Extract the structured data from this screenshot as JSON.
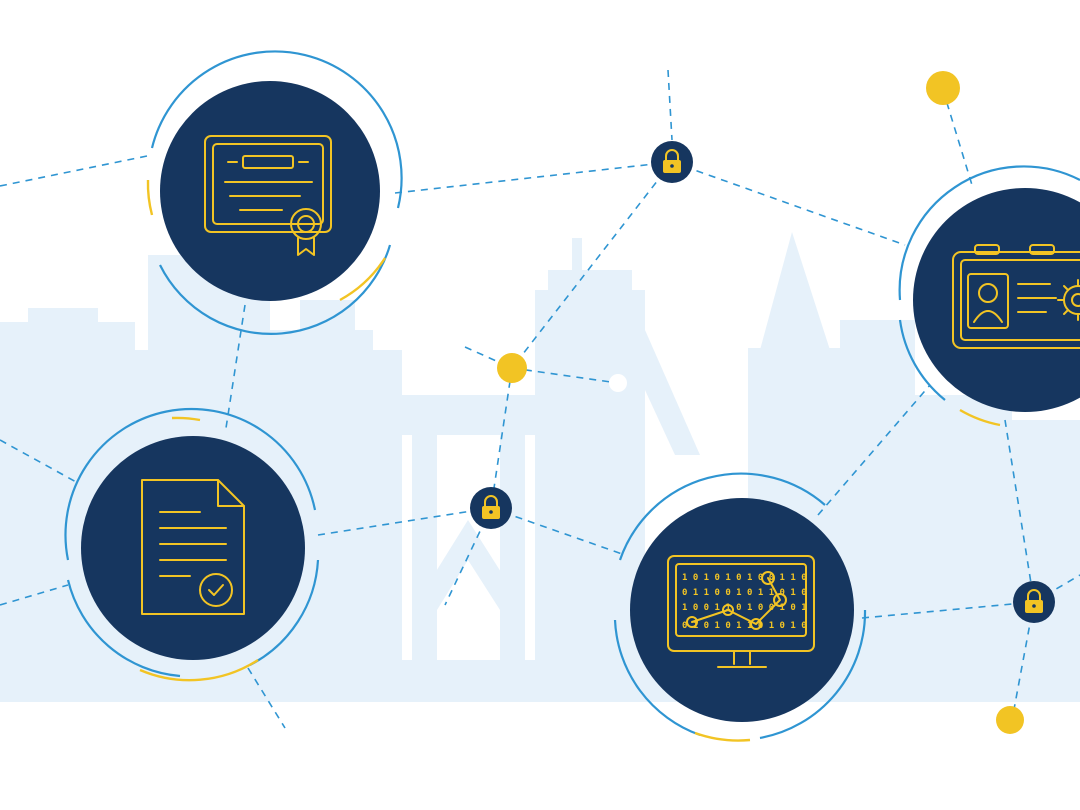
{
  "colors": {
    "navy": "#16365f",
    "gold": "#f2c424",
    "line": "#2f95d2",
    "sky": "#e6f1fa"
  },
  "nodes": [
    {
      "id": "certificate",
      "icon": "certificate-icon"
    },
    {
      "id": "document",
      "icon": "certified-document-icon"
    },
    {
      "id": "monitor",
      "icon": "data-monitor-icon"
    },
    {
      "id": "id-card",
      "icon": "id-card-settings-icon"
    }
  ],
  "locks": [
    {
      "id": "lock-top",
      "icon": "lock-icon"
    },
    {
      "id": "lock-middle",
      "icon": "lock-icon"
    },
    {
      "id": "lock-right",
      "icon": "lock-icon"
    }
  ]
}
